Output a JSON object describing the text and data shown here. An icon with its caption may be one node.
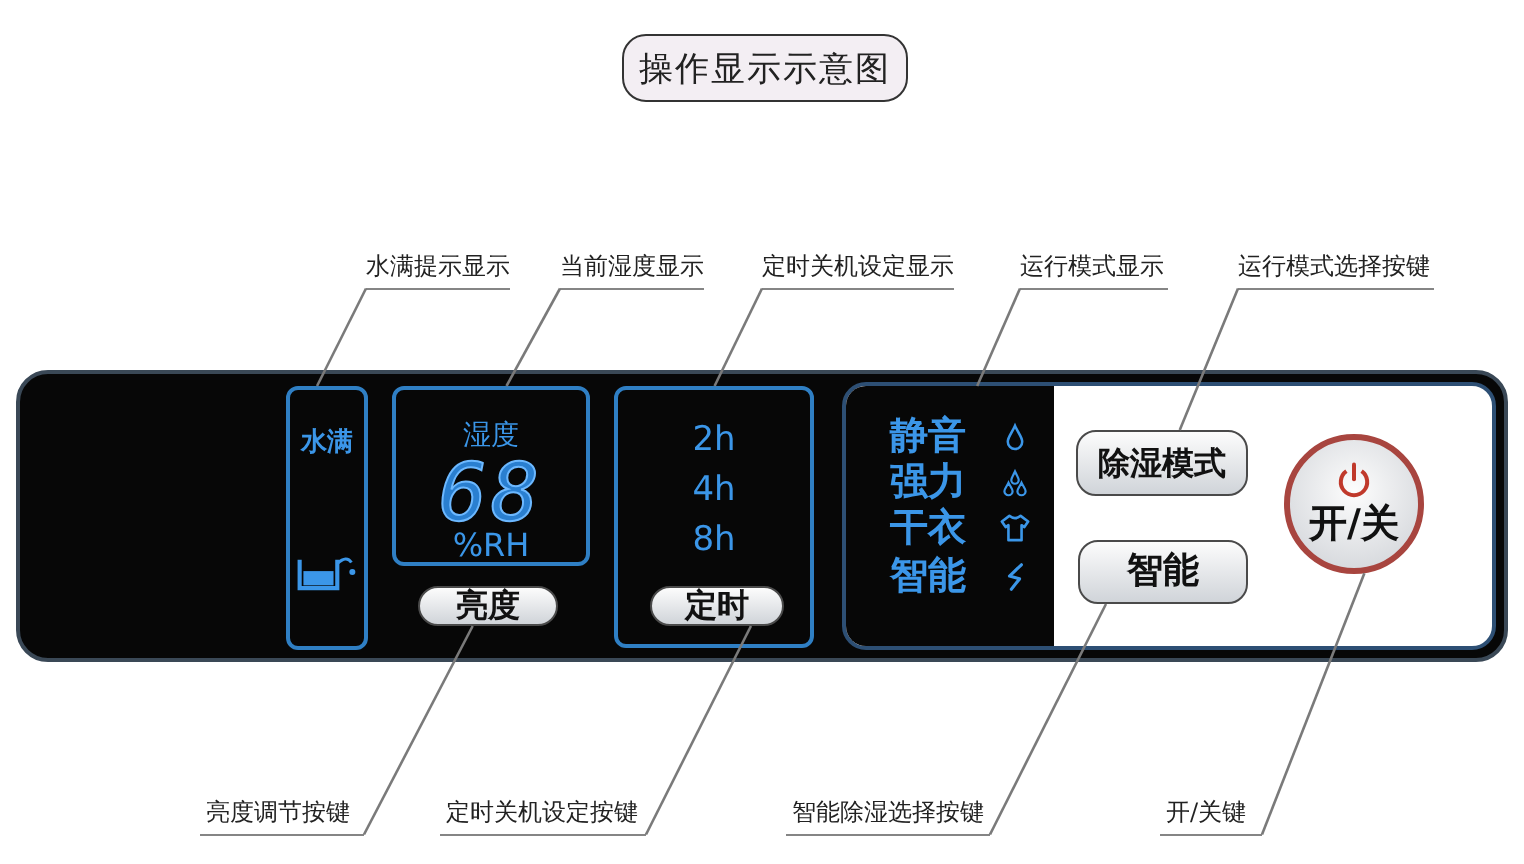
{
  "diagram": {
    "title": "操作显示示意图",
    "nodes": [
      {
        "text": [
          "水满提示显示"
        ]
      },
      {
        "text": [
          "当前湿度显示"
        ]
      },
      {
        "text": [
          "定时关机设定显示"
        ]
      },
      {
        "text": [
          "运行模式显示"
        ]
      },
      {
        "text": [
          "运行模式选择按键"
        ]
      },
      {
        "text": [],
        "shape": "box"
      },
      {
        "text": [
          "水满"
        ],
        "in": 5
      },
      {
        "text": [
          "湿度",
          "68",
          "%RH"
        ],
        "in": 5
      },
      {
        "text": [
          "亮度"
        ],
        "in": 5
      },
      {
        "text": [
          "2h",
          "4h",
          "8h"
        ],
        "in": 5
      },
      {
        "text": [
          "定时"
        ],
        "in": 9
      },
      {
        "text": [],
        "shape": "box",
        "in": 5
      },
      {
        "text": [
          "静音",
          "强力",
          "干衣",
          "智能"
        ],
        "in": 11
      },
      {
        "text": [
          "除湿模式"
        ],
        "in": 11
      },
      {
        "text": [
          "智能"
        ],
        "in": 11
      },
      {
        "text": [
          "开/关"
        ],
        "in": 11
      },
      {
        "text": [
          "亮度调节按键"
        ]
      },
      {
        "text": [
          "定时关机设定按键"
        ]
      },
      {
        "text": [
          "智能除湿选择按键"
        ]
      },
      {
        "text": [
          "开/关键"
        ]
      }
    ],
    "edges": [
      {
        "from": 0,
        "to": 6,
        "arrow": "none"
      },
      {
        "from": 1,
        "to": 7,
        "arrow": "none"
      },
      {
        "from": 2,
        "to": 9,
        "arrow": "none"
      },
      {
        "from": 3,
        "to": 12,
        "arrow": "none"
      },
      {
        "from": 4,
        "to": 13,
        "arrow": "none"
      },
      {
        "from": 16,
        "to": 8,
        "arrow": "none"
      },
      {
        "from": 17,
        "to": 10,
        "arrow": "none"
      },
      {
        "from": 18,
        "to": 14,
        "arrow": "none"
      },
      {
        "from": 19,
        "to": 15,
        "arrow": "none"
      }
    ]
  }
}
